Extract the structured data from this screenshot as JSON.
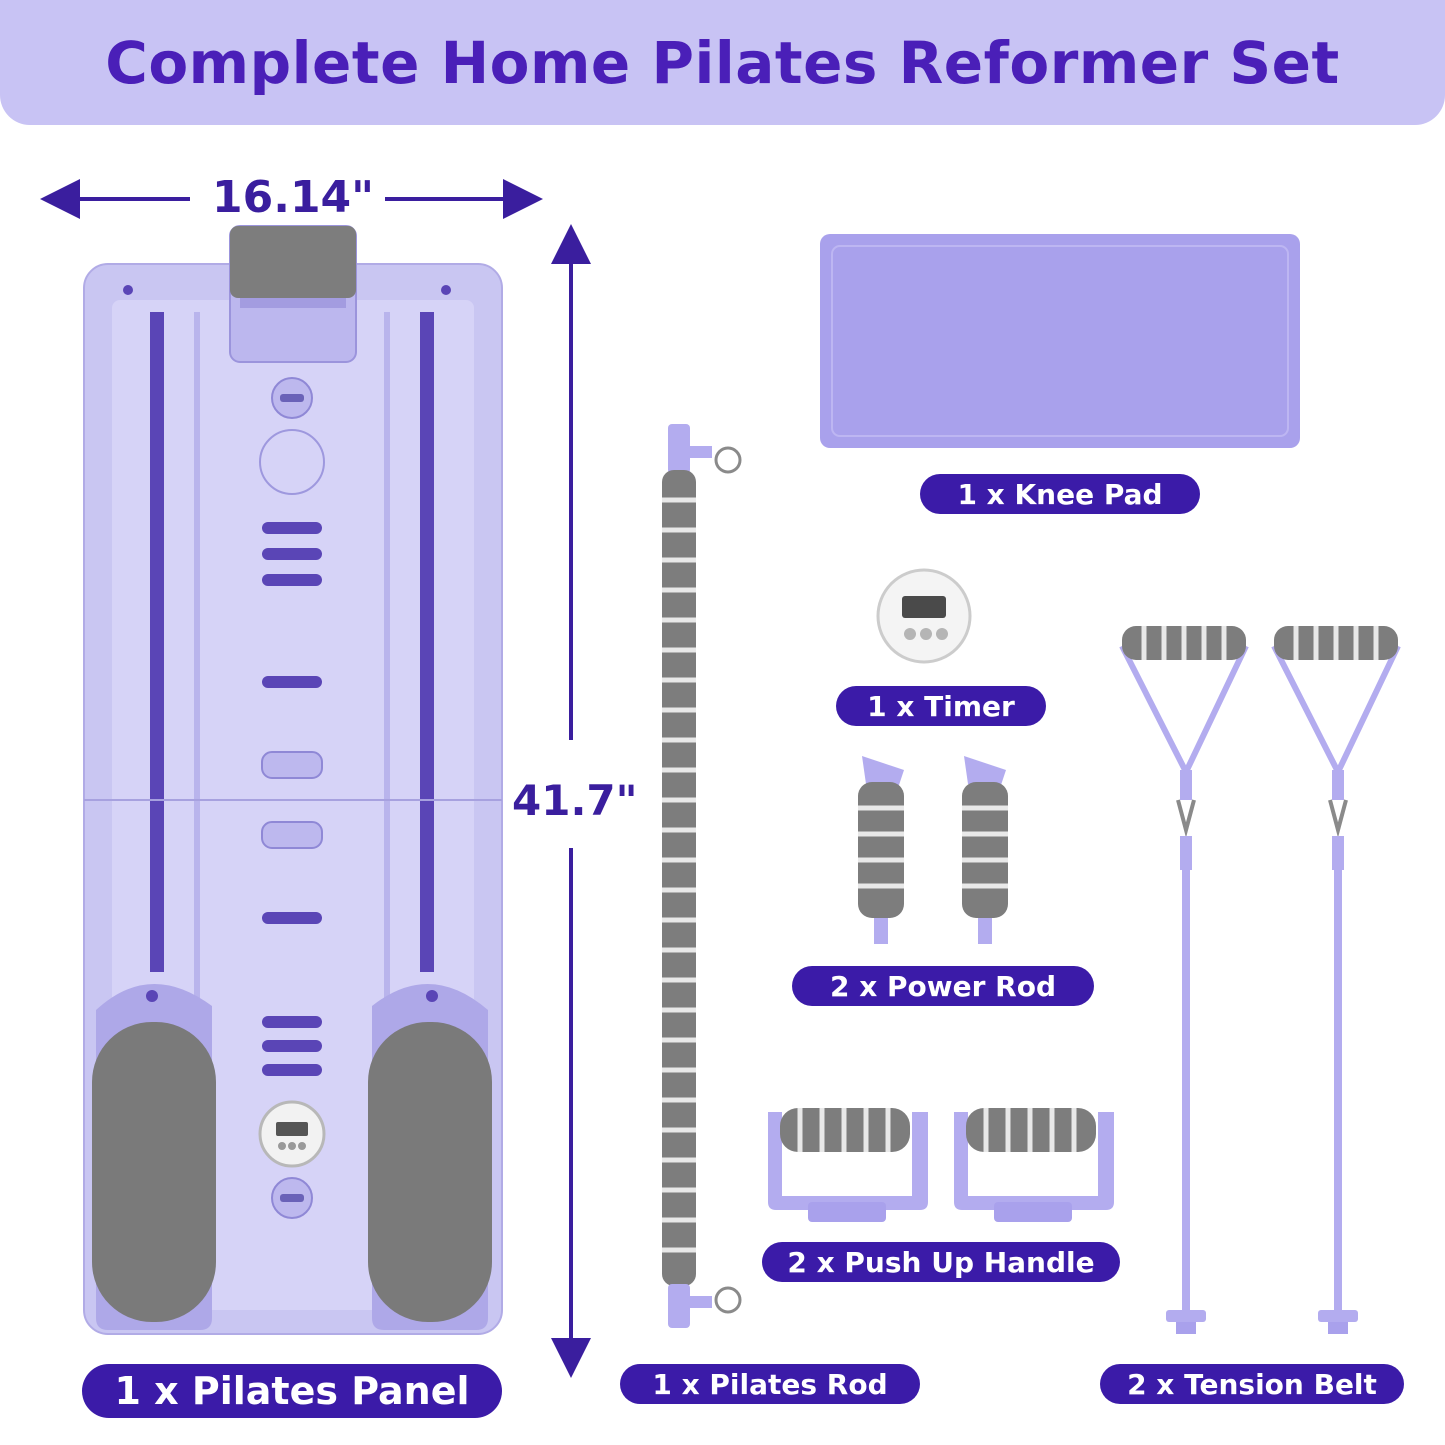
{
  "banner": {
    "title": "Complete Home Pilates Reformer Set"
  },
  "dimensions": {
    "width": "16.14\"",
    "height": "41.7\""
  },
  "labels": {
    "pilates_panel": "1 x Pilates Panel",
    "knee_pad": "1 x Knee Pad",
    "timer": "1 x Timer",
    "power_rod": "2 x Power Rod",
    "push_up_handle": "2 x Push Up Handle",
    "pilates_rod": "1 x Pilates Rod",
    "tension_belt": "2 x Tension Belt"
  },
  "colors": {
    "banner_bg": "#c8c3f4",
    "title_text": "#4a1fb8",
    "label_pill": "#3b1ba8",
    "panel_lavender": "#c9c6f2",
    "pad_grey": "#7a7a7a"
  }
}
